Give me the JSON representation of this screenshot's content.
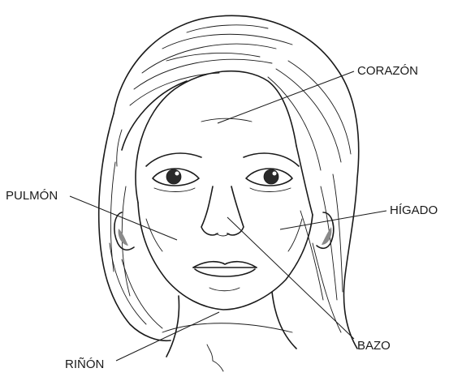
{
  "labels": {
    "corazon": "CORAZÓN",
    "pulmon": "PULMÓN",
    "higado": "HÍGADO",
    "bazo": "BAZO",
    "rinon": "RIÑÓN"
  }
}
